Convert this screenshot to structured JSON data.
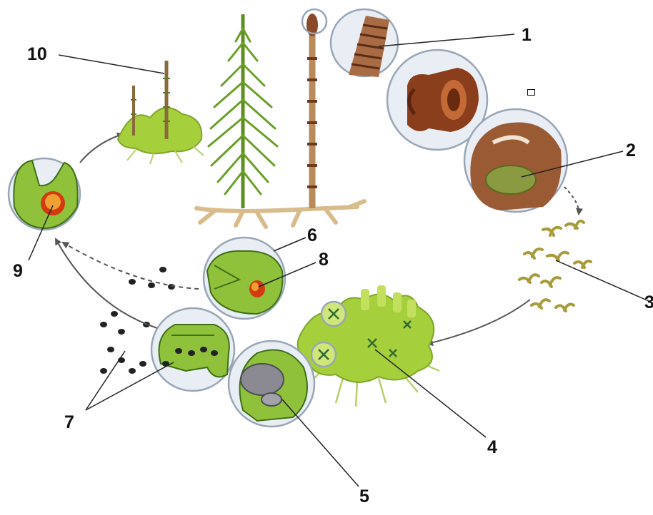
{
  "diagram": {
    "labels": {
      "l1": "1",
      "l2": "2",
      "l3": "3",
      "l4": "4",
      "l5": "5",
      "l6": "6",
      "l7": "7",
      "l8": "8",
      "l9": "9",
      "l10": "10"
    }
  },
  "colors": {
    "plant_green": "#6aa028",
    "light_green": "#a6cf3c",
    "cell_green": "#8fc23a",
    "cell_border": "#3f6f18",
    "brown": "#8a4a2a",
    "stem_tan": "#b98a5a",
    "root": "#d9bc8c",
    "callout_fill": "#e9eef4",
    "callout_border": "#98a6b6",
    "egg_orange": "#e08a18",
    "egg_red": "#d23a10",
    "spore_gray": "#8b8a93",
    "arrow": "#555555",
    "line": "#222222"
  }
}
